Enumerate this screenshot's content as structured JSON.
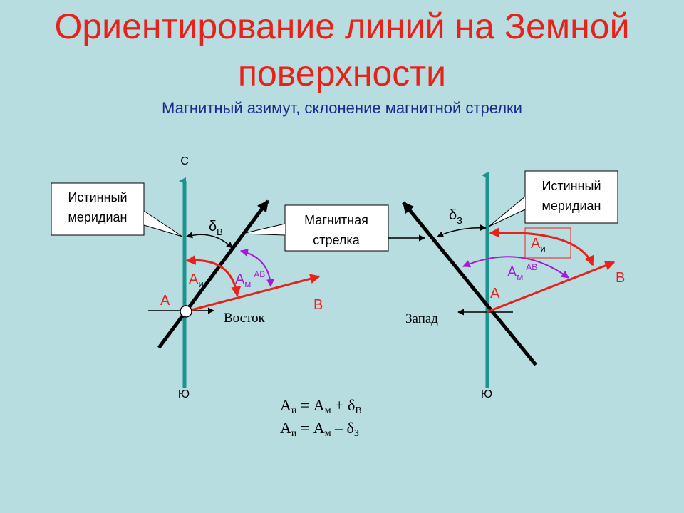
{
  "slide": {
    "title_line1": "Ориентирование линий на Земной",
    "title_line2": "поверхности",
    "subtitle": "Магнитный азимут, склонение магнитной стрелки"
  },
  "left": {
    "north": "С",
    "south": "Ю",
    "true_meridian_line1": "Истинный",
    "true_meridian_line2": "меридиан",
    "delta": "δ",
    "delta_sub": "В",
    "ai": "А",
    "ai_sub": "и",
    "am": "А",
    "am_sub": "м",
    "am_sup": "АВ",
    "point_a": "А",
    "point_b": "В",
    "east": "Восток"
  },
  "center": {
    "needle_line1": "Магнитная",
    "needle_line2": "стрелка"
  },
  "right": {
    "south": "Ю",
    "true_meridian_line1": "Истинный",
    "true_meridian_line2": "меридиан",
    "delta": "δ",
    "delta_sub": "З",
    "ai": "А",
    "ai_sub": "и",
    "am": "А",
    "am_sub": "м",
    "am_sup": "АВ",
    "point_a": "А",
    "point_b": "В",
    "west": "Запад"
  },
  "formulas": {
    "f1": [
      "А",
      "и",
      " = А",
      "м",
      " + δ",
      "В"
    ],
    "f2": [
      "А",
      "и",
      " = А",
      "м",
      " – δ",
      "З"
    ]
  },
  "colors": {
    "meridian": "#1a948f",
    "red": "#e8221b",
    "purple": "#a21cd6",
    "title": "#e8221b",
    "subtitle": "#1c2a8c"
  }
}
